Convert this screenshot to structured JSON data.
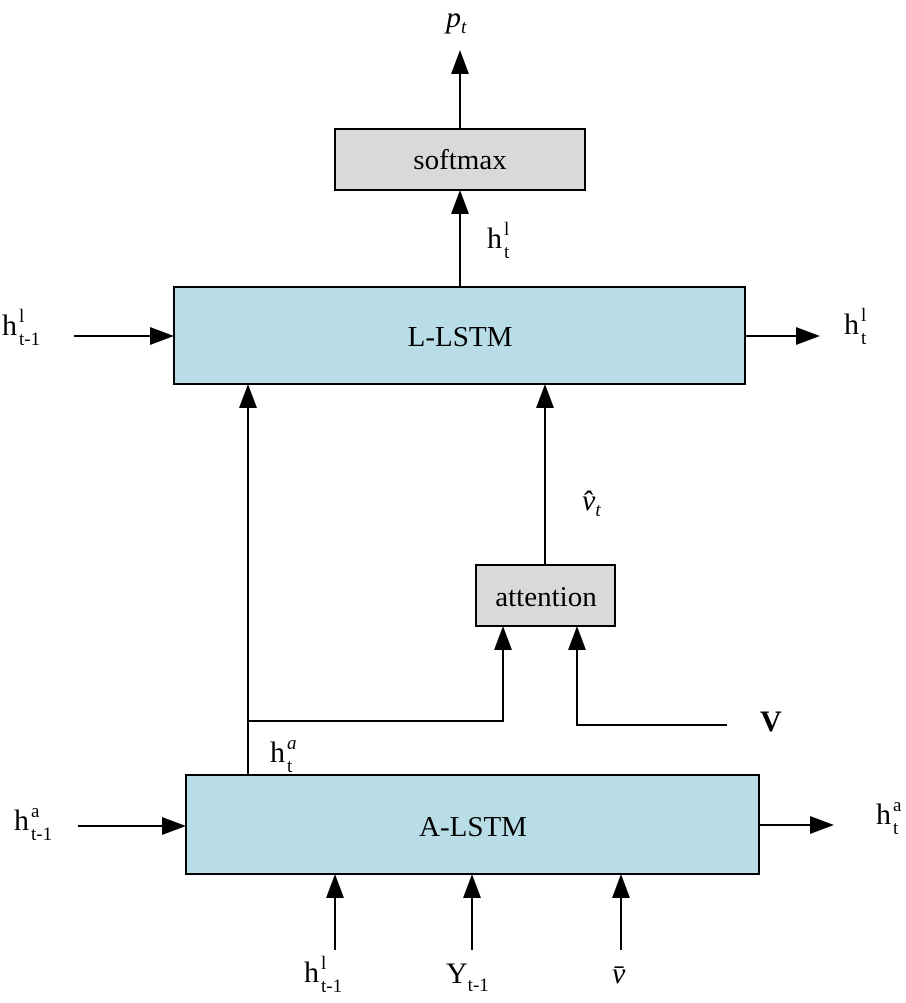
{
  "boxes": {
    "softmax": "softmax",
    "l_lstm": "L-LSTM",
    "attention": "attention",
    "a_lstm": "A-LSTM"
  },
  "colors": {
    "lstm_fill": "#b8dde7",
    "op_fill": "#d9d9d9",
    "stroke": "#000000"
  },
  "labels": {
    "p_t": {
      "base": "p",
      "sub": "t"
    },
    "h_l_t_up": {
      "base": "h",
      "sup": "l",
      "sub": "t"
    },
    "h_l_prev_in": {
      "base": "h",
      "sup": "l",
      "sub": "t-1"
    },
    "h_l_t_out": {
      "base": "h",
      "sup": "l",
      "sub": "t"
    },
    "v_hat_t": {
      "base": "v̂",
      "sub": "t"
    },
    "V": "V",
    "h_a_t_mid": {
      "base": "h",
      "sup": "a",
      "sub": "t"
    },
    "h_a_prev_in": {
      "base": "h",
      "sup": "a",
      "sub": "t-1"
    },
    "h_a_t_out": {
      "base": "h",
      "sup": "a",
      "sub": "t"
    },
    "h_l_prev_bot": {
      "base": "h",
      "sup": "l",
      "sub": "t-1"
    },
    "y_prev": {
      "base": "Y",
      "sub": "t-1"
    },
    "v_bar": "v̄"
  }
}
